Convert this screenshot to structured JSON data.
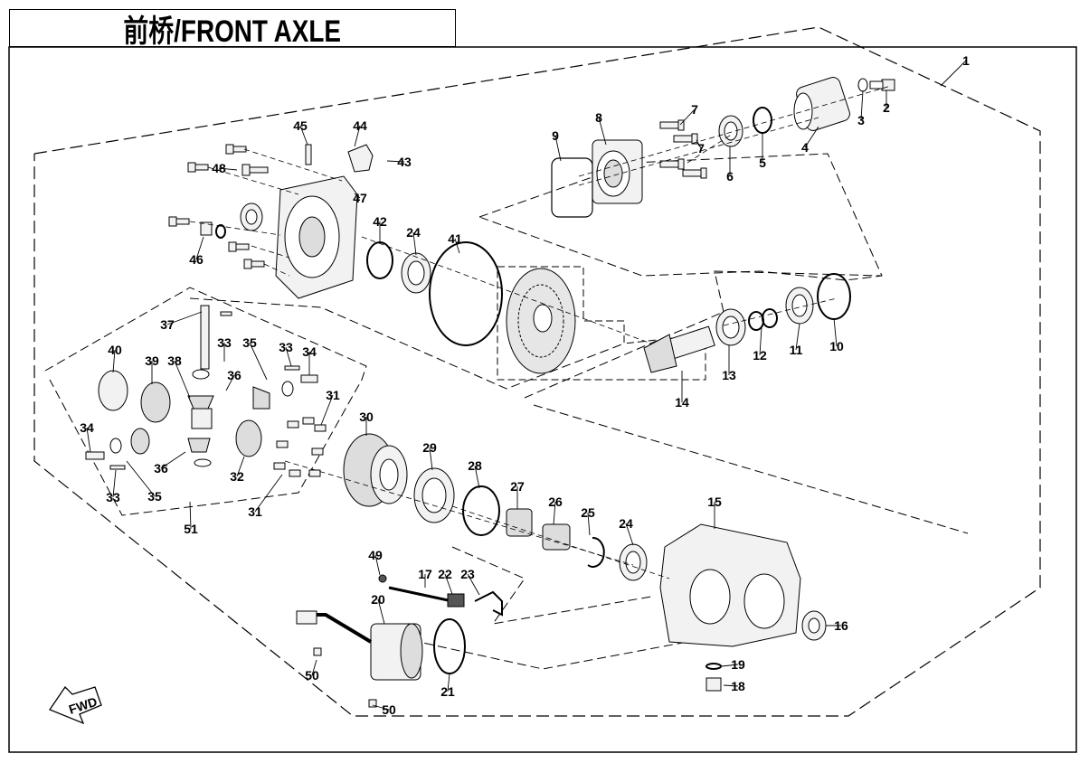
{
  "title": "前桥/FRONT AXLE",
  "fwd_label": "FWD",
  "callouts": [
    "1",
    "2",
    "3",
    "4",
    "5",
    "6",
    "7",
    "8",
    "9",
    "10",
    "11",
    "12",
    "13",
    "14",
    "15",
    "16",
    "17",
    "18",
    "19",
    "20",
    "21",
    "22",
    "23",
    "24",
    "25",
    "26",
    "27",
    "28",
    "29",
    "30",
    "31",
    "32",
    "33",
    "34",
    "35",
    "36",
    "37",
    "38",
    "39",
    "40",
    "41",
    "42",
    "43",
    "44",
    "45",
    "46",
    "47",
    "48",
    "49",
    "50",
    "51"
  ],
  "colors": {
    "line": "#000000",
    "background": "#ffffff",
    "part_fill": "#f2f2f2",
    "part_dark": "#555555"
  }
}
